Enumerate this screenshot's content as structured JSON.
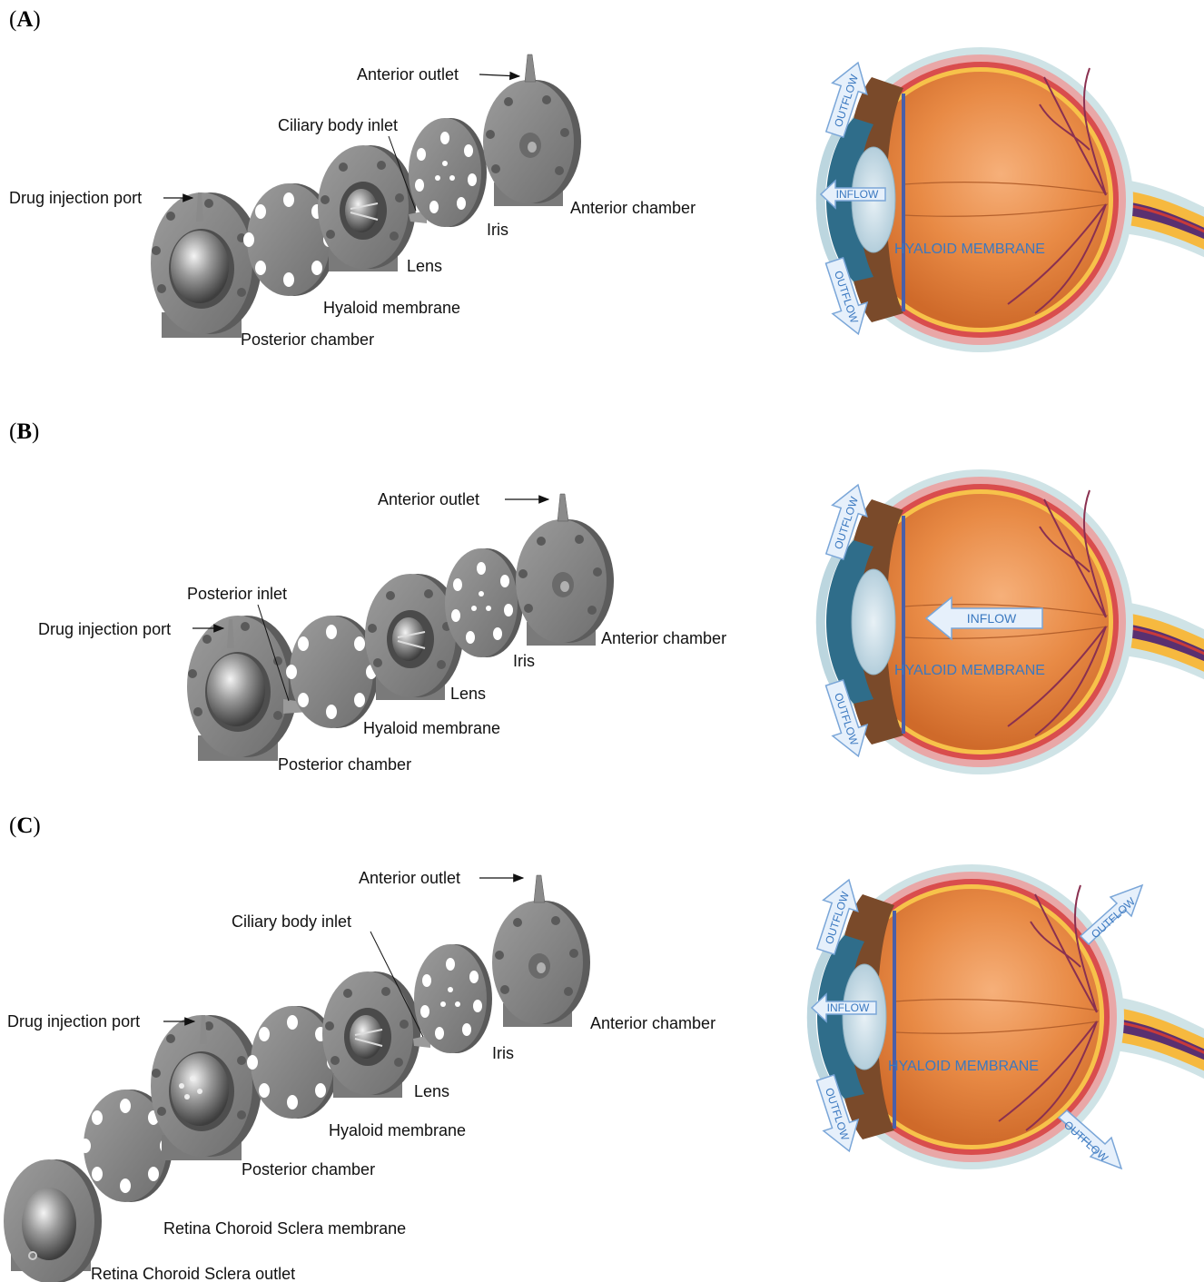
{
  "panels": [
    {
      "id": "A",
      "label_open": "(",
      "label_letter": "A",
      "label_close": ")",
      "device_labels": {
        "anterior_outlet": "Anterior outlet",
        "ciliary_body_inlet": "Ciliary body inlet",
        "drug_injection_port": "Drug injection port",
        "anterior_chamber": "Anterior chamber",
        "iris": "Iris",
        "lens": "Lens",
        "hyaloid_membrane": "Hyaloid membrane",
        "posterior_chamber": "Posterior chamber"
      },
      "eye_labels": {
        "outflow_top": "OUTFLOW",
        "outflow_bottom": "OUTFLOW",
        "inflow": "INFLOW",
        "hyaloid": "HYALOID MEMBRANE"
      }
    },
    {
      "id": "B",
      "label_open": "(",
      "label_letter": "B",
      "label_close": ")",
      "device_labels": {
        "anterior_outlet": "Anterior outlet",
        "posterior_inlet": "Posterior inlet",
        "drug_injection_port": "Drug injection port",
        "anterior_chamber": "Anterior chamber",
        "iris": "Iris",
        "lens": "Lens",
        "hyaloid_membrane": "Hyaloid membrane",
        "posterior_chamber": "Posterior chamber"
      },
      "eye_labels": {
        "outflow_top": "OUTFLOW",
        "outflow_bottom": "OUTFLOW",
        "inflow": "INFLOW",
        "hyaloid": "HYALOID MEMBRANE"
      }
    },
    {
      "id": "C",
      "label_open": "(",
      "label_letter": "C",
      "label_close": ")",
      "device_labels": {
        "anterior_outlet": "Anterior outlet",
        "ciliary_body_inlet": "Ciliary body inlet",
        "drug_injection_port": "Drug injection port",
        "anterior_chamber": "Anterior chamber",
        "iris": "Iris",
        "lens": "Lens",
        "hyaloid_membrane": "Hyaloid membrane",
        "posterior_chamber": "Posterior chamber",
        "rcs_membrane": "Retina Choroid Sclera membrane",
        "rcs_outlet": "Retina Choroid Sclera outlet"
      },
      "eye_labels": {
        "outflow_top": "OUTFLOW",
        "outflow_bottom": "OUTFLOW",
        "outflow_right_top": "OUTFLOW",
        "outflow_right_bottom": "OUTFLOW",
        "inflow": "INFLOW",
        "hyaloid": "HYALOID MEMBRANE"
      }
    }
  ],
  "colors": {
    "device_gray": "#8a8a8a",
    "eye_orange": "#e5813a",
    "flow_text": "#3a78c0",
    "hyaloid_line": "#4a5fa8"
  }
}
